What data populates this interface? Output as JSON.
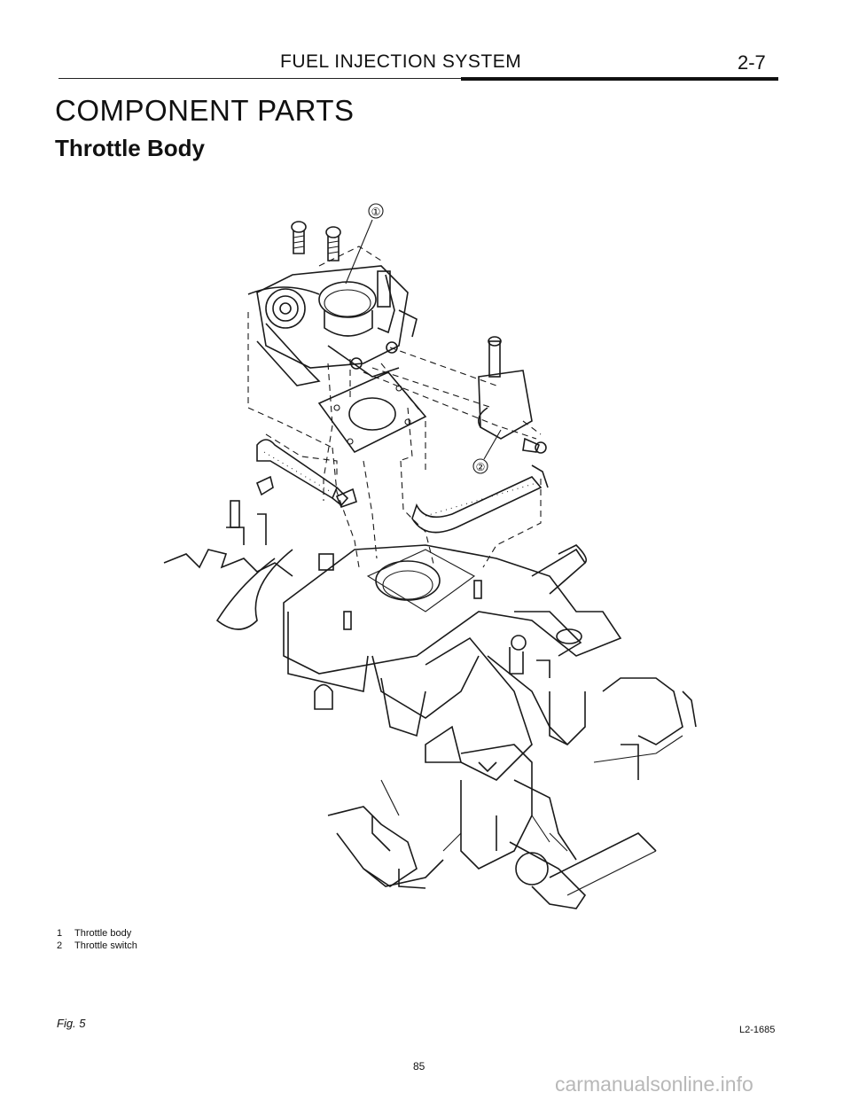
{
  "header": {
    "title": "FUEL INJECTION SYSTEM",
    "section": "2-7"
  },
  "page": {
    "title": "COMPONENT PARTS",
    "subtitle": "Throttle Body"
  },
  "figure": {
    "callouts": [
      "①",
      "②"
    ]
  },
  "legend": [
    {
      "num": "1",
      "text": "Throttle body"
    },
    {
      "num": "2",
      "text": "Throttle switch"
    }
  ],
  "footer": {
    "fig_label": "Fig. 5",
    "ref_code": "L2-1685",
    "page_number": "85",
    "watermark": "carmanualsonline.info"
  }
}
